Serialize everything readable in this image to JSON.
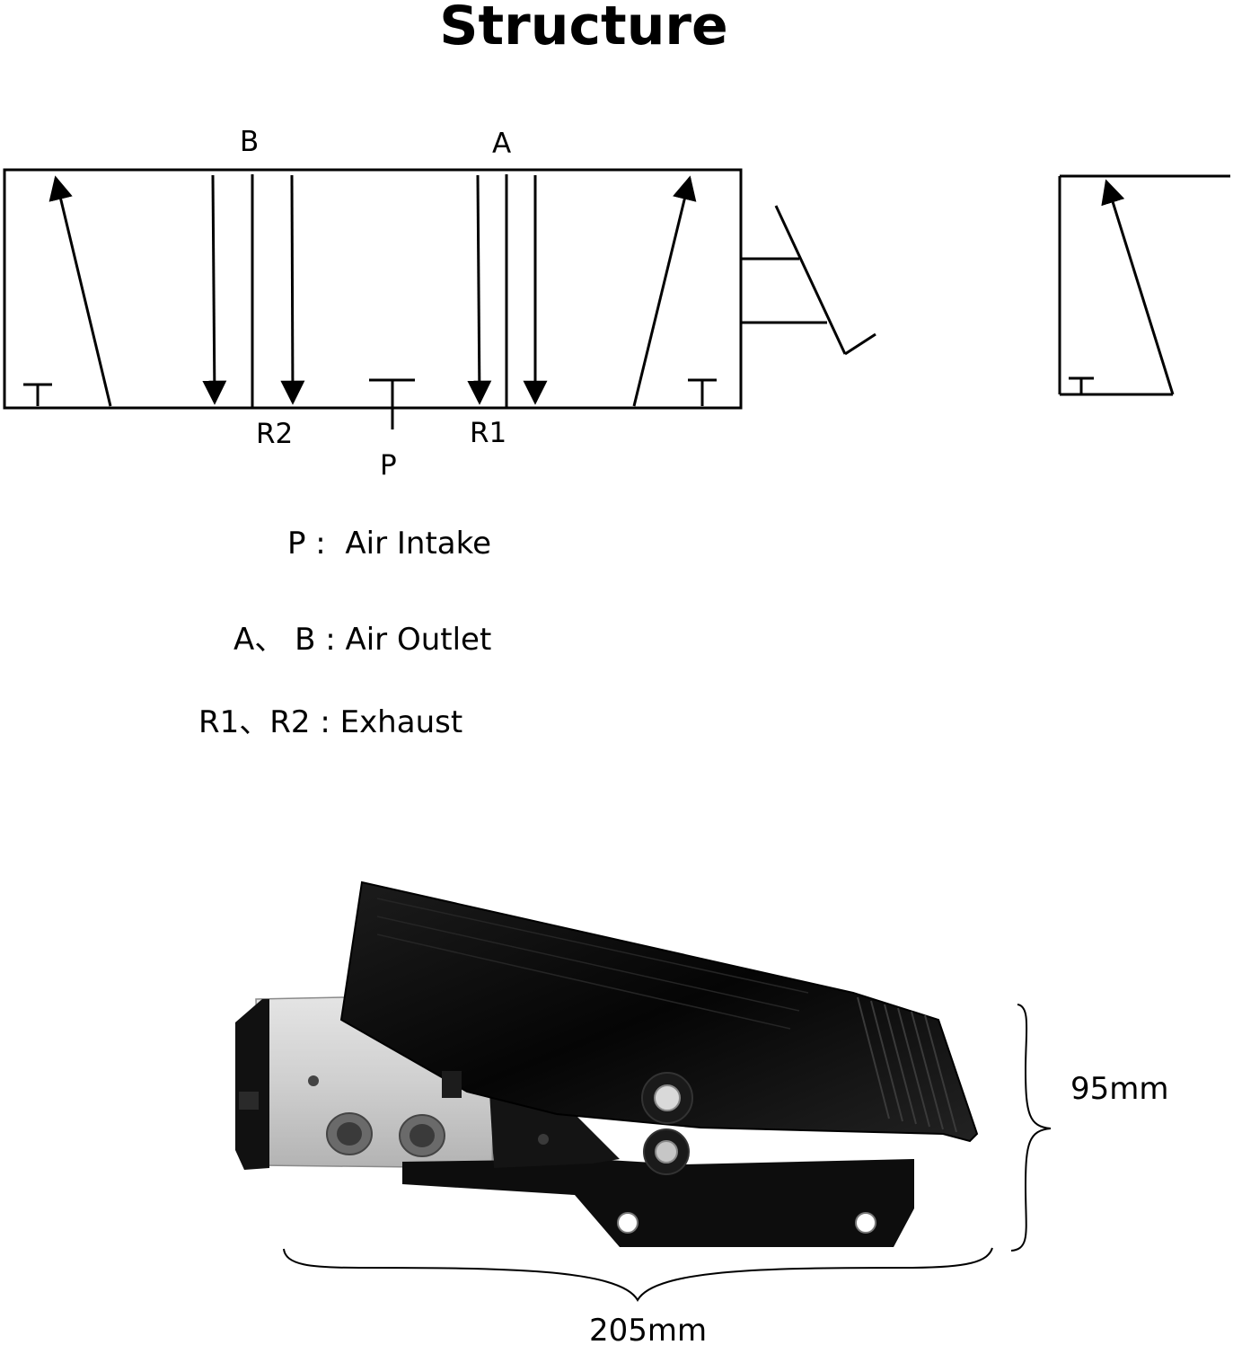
{
  "title": "Structure",
  "ports": {
    "b": "B",
    "a": "A",
    "r2": "R2",
    "r1": "R1",
    "p": "P"
  },
  "legend": {
    "p": "P :  Air Intake",
    "ab": "A、 B : Air Outlet",
    "r": "R1、R2 : Exhaust"
  },
  "dimensions": {
    "height": "95mm",
    "width": "205mm"
  },
  "colors": {
    "pedal": "#0b0b0b",
    "valve_body": "#c9c9c9",
    "line": "#000000"
  }
}
